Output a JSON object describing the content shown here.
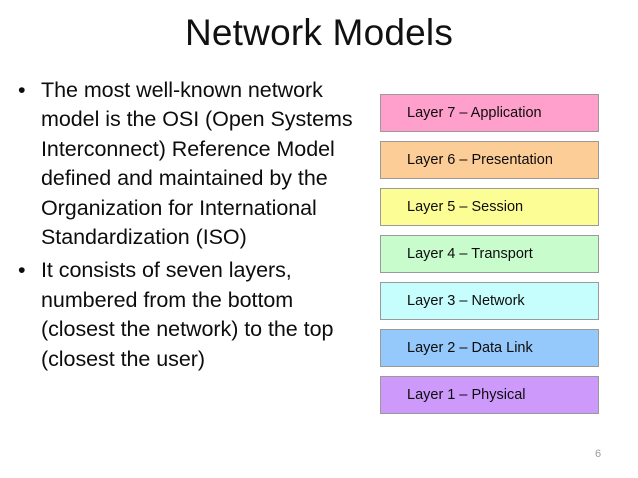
{
  "slide": {
    "title": "Network Models",
    "page_number": "6",
    "bullet_marker": "•",
    "bullets": [
      "The most well-known network model is the OSI (Open Systems Interconnect) Reference Model defined and maintained by the Organization for International Standardization (ISO)",
      "It consists of seven layers, numbered from the bottom (closest the network) to the top (closest the user)"
    ],
    "layers": [
      {
        "label": "Layer 7 – Application",
        "fill": "#FF9FCB",
        "border": "#9a9a9a"
      },
      {
        "label": "Layer 6 – Presentation",
        "fill": "#FCCD96",
        "border": "#9a9a9a"
      },
      {
        "label": "Layer 5 – Session",
        "fill": "#FDFD96",
        "border": "#9a9a9a"
      },
      {
        "label": "Layer 4 – Transport",
        "fill": "#C8FCCC",
        "border": "#9a9a9a"
      },
      {
        "label": "Layer 3 – Network",
        "fill": "#C6FDFD",
        "border": "#9a9a9a"
      },
      {
        "label": "Layer 2 – Data Link",
        "fill": "#95C8FB",
        "border": "#9a9a9a"
      },
      {
        "label": "Layer 1 – Physical",
        "fill": "#CD9AFC",
        "border": "#9a9a9a"
      }
    ]
  }
}
